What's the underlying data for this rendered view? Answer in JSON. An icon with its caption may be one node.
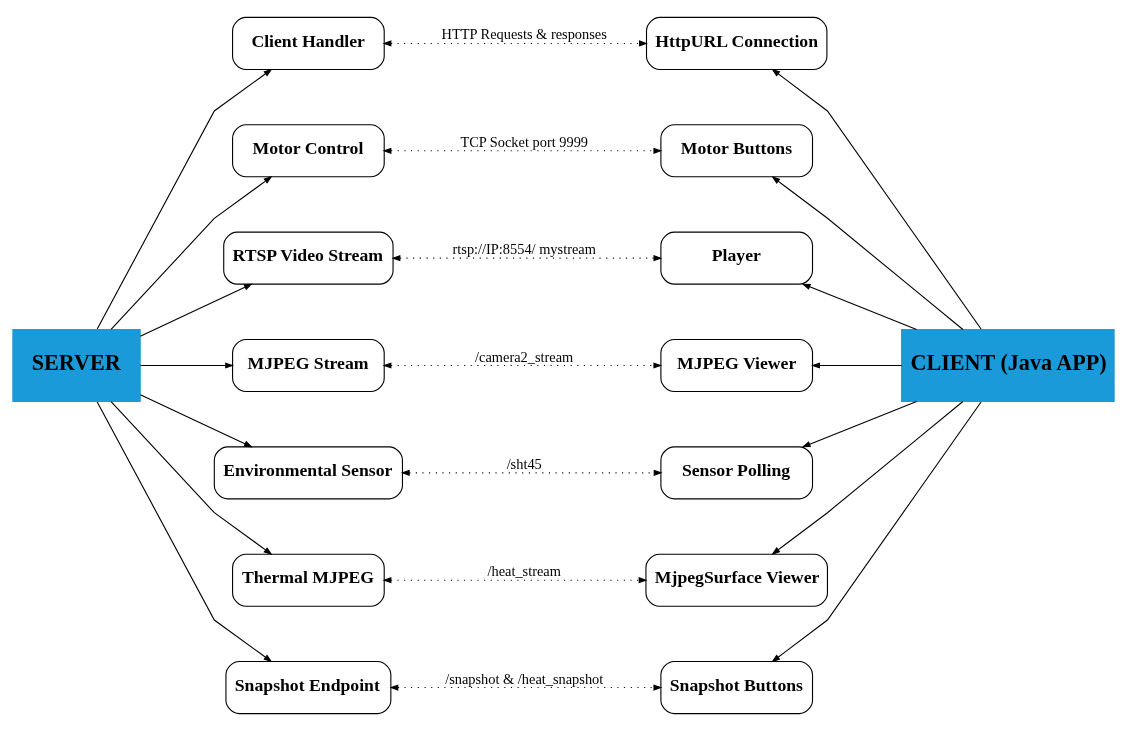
{
  "diagram": {
    "nodes": [
      {
        "text": [
          "SERVER"
        ]
      },
      {
        "text": [
          "CLIENT (Java APP)"
        ]
      },
      {
        "text": [
          "Client Handler"
        ]
      },
      {
        "text": [
          "HttpURL Connection"
        ]
      },
      {
        "text": [
          "Motor Control"
        ]
      },
      {
        "text": [
          "Motor Buttons"
        ]
      },
      {
        "text": [
          "RTSP Video Stream"
        ]
      },
      {
        "text": [
          "Player"
        ]
      },
      {
        "text": [
          "MJPEG Stream"
        ]
      },
      {
        "text": [
          "MJPEG Viewer"
        ]
      },
      {
        "text": [
          "Environmental Sensor"
        ]
      },
      {
        "text": [
          "Sensor Polling"
        ]
      },
      {
        "text": [
          "Thermal MJPEG"
        ]
      },
      {
        "text": [
          "MjpegSurface Viewer"
        ]
      },
      {
        "text": [
          "Snapshot Endpoint"
        ]
      },
      {
        "text": [
          "Snapshot Buttons"
        ]
      }
    ],
    "edges": [
      {
        "from": 0,
        "to": 2,
        "arrow": "to"
      },
      {
        "from": 0,
        "to": 4,
        "arrow": "to"
      },
      {
        "from": 0,
        "to": 6,
        "arrow": "to"
      },
      {
        "from": 0,
        "to": 8,
        "arrow": "to"
      },
      {
        "from": 0,
        "to": 10,
        "arrow": "to"
      },
      {
        "from": 0,
        "to": 12,
        "arrow": "to"
      },
      {
        "from": 0,
        "to": 14,
        "arrow": "to"
      },
      {
        "from": 1,
        "to": 3,
        "arrow": "to"
      },
      {
        "from": 1,
        "to": 5,
        "arrow": "to"
      },
      {
        "from": 1,
        "to": 7,
        "arrow": "to"
      },
      {
        "from": 1,
        "to": 9,
        "arrow": "to"
      },
      {
        "from": 1,
        "to": 11,
        "arrow": "to"
      },
      {
        "from": 1,
        "to": 13,
        "arrow": "to"
      },
      {
        "from": 1,
        "to": 15,
        "arrow": "to"
      },
      {
        "from": 2,
        "to": 3,
        "arrow": "both",
        "style": "dashed",
        "label": "HTTP Requests & responses"
      },
      {
        "from": 4,
        "to": 5,
        "arrow": "both",
        "style": "dashed",
        "label": "TCP Socket port 9999"
      },
      {
        "from": 6,
        "to": 7,
        "arrow": "both",
        "style": "dashed",
        "label": "rtsp://IP:8554/ mystream"
      },
      {
        "from": 8,
        "to": 9,
        "arrow": "both",
        "style": "dashed",
        "label": "/camera2_stream"
      },
      {
        "from": 10,
        "to": 11,
        "arrow": "both",
        "style": "dashed",
        "label": "/sht45"
      },
      {
        "from": 12,
        "to": 13,
        "arrow": "both",
        "style": "dashed",
        "label": "/heat_stream"
      },
      {
        "from": 14,
        "to": 15,
        "arrow": "both",
        "style": "dashed",
        "label": "/snapshot & /heat_snapshot"
      }
    ]
  }
}
